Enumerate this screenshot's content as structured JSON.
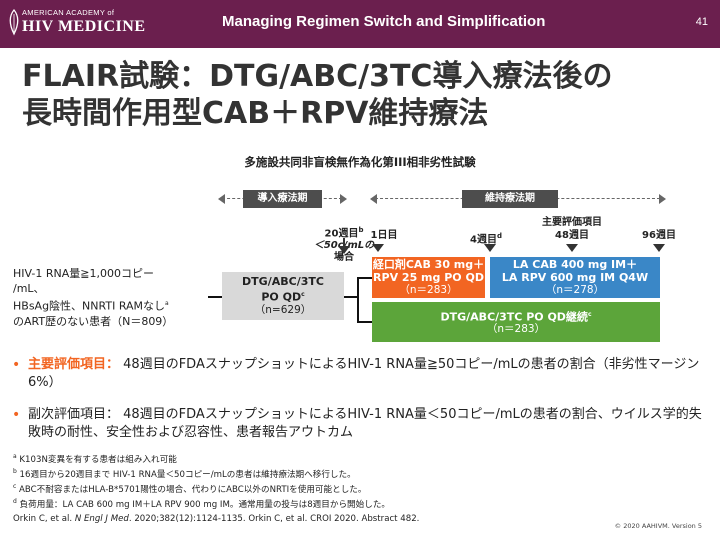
{
  "header": {
    "logo_top": "AMERICAN ACADEMY of",
    "logo_bottom": "HIV MEDICINE",
    "title": "Managing Regimen Switch and Simplification",
    "page_number": "41",
    "color": "#6b1f4e"
  },
  "title_line1": "FLAIR試験：DTG/ABC/3TC導入療法後の",
  "title_line2": "長時間作用型CAB＋RPV維持療法",
  "subtitle": "多施設共同非盲検無作為化第III相非劣性試験",
  "phases": {
    "induction": "導入療法期",
    "maintenance": "維持療法期"
  },
  "timeline": {
    "week20_a": "20週目",
    "week20_sup": "b",
    "week20_b": "＜50c/mLの",
    "week20_c": "場合",
    "day1": "1日目",
    "week4": "4週目",
    "week4_sup": "d",
    "primary_label": "主要評価項目",
    "week48": "48週目",
    "week96": "96週目"
  },
  "population": {
    "line1": "HIV-1 RNA量≧1,000コピー",
    "line2": "/mL、",
    "line3": "HBsAg陰性、NNRTI RAMなし",
    "line3_sup": "a",
    "line4": "のART歴のない患者（N＝809）"
  },
  "boxes": {
    "gray_line1": "DTG/ABC/3TC",
    "gray_line2": "PO QD",
    "gray_sup": "c",
    "gray_n": "（n=629）",
    "orange_line1": "経口剤CAB 30 mg＋",
    "orange_line2": "RPV 25 mg PO QD",
    "orange_n": "（n＝283）",
    "blue_line1": "LA CAB 400 mg IM＋",
    "blue_line2": "LA RPV 600 mg IM Q4W",
    "blue_n": "（n＝278）",
    "green_line1": "DTG/ABC/3TC PO QD継続",
    "green_sup": "c",
    "green_n": "（n＝283）"
  },
  "colors": {
    "orange": "#f26522",
    "blue": "#3a87c7",
    "green": "#5ca53a",
    "gray": "#d9d9d9"
  },
  "bullets": {
    "b1_emph": "主要評価項目：",
    "b1_text": " 48週目のFDAスナップショットによるHIV-1 RNA量≧50コピー/mLの患者の割合（非劣性マージン6%）",
    "b2_text": "副次評価項目： 48週目のFDAスナップショットによるHIV-1 RNA量＜50コピー/mLの患者の割合、ウイルス学的失敗時の耐性、安全性および忍容性、患者報告アウトカム"
  },
  "footnotes": {
    "a_sup": "a",
    "a": "K103N変異を有する患者は組み入れ可能",
    "b_sup": "b",
    "b": "16週目から20週目まで HIV-1 RNA量＜50コピー/mLの患者は維持療法期へ移行した。",
    "c_sup": "c",
    "c": "ABC不耐容またはHLA-B*5701陽性の場合、代わりにABC以外のNRTIを使用可能とした。",
    "d_sup": "d",
    "d": "負荷用量：LA CAB 600 mg IM＋LA RPV 900 mg IM。通常用量の投与は8週目から開始した。"
  },
  "reference_pre": "Orkin C, et al. ",
  "reference_journal": "N Engl J Med",
  "reference_post": ". 2020;382(12):1124-1135. Orkin C, et al. CROI 2020. Abstract 482.",
  "copyright": "© 2020 AAHIVM. Version 5"
}
